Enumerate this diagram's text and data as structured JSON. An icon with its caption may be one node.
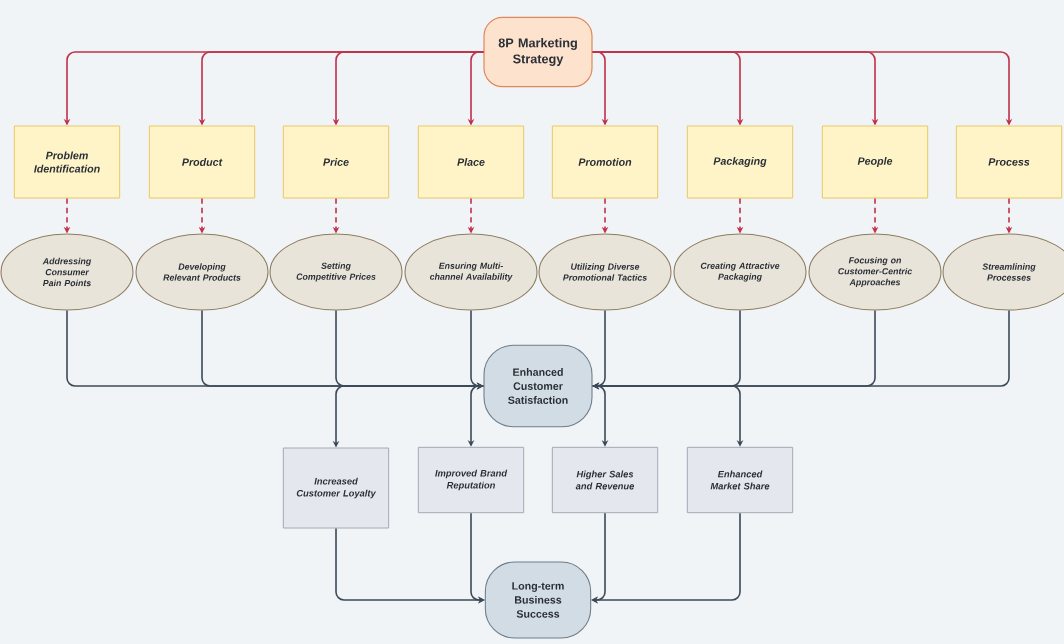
{
  "diagram": {
    "nodes": [
      {
        "text": [
          "8P Marketing Strategy"
        ]
      },
      {
        "text": [
          "Problem Identification"
        ]
      },
      {
        "text": [
          "Product"
        ]
      },
      {
        "text": [
          "Price"
        ]
      },
      {
        "text": [
          "Place"
        ]
      },
      {
        "text": [
          "Promotion"
        ]
      },
      {
        "text": [
          "Packaging"
        ]
      },
      {
        "text": [
          "People"
        ]
      },
      {
        "text": [
          "Process"
        ]
      },
      {
        "text": [
          "Addressing Consumer Pain Points"
        ]
      },
      {
        "text": [
          "Developing Relevant Products"
        ]
      },
      {
        "text": [
          "Setting Competitive Prices"
        ]
      },
      {
        "text": [
          "Ensuring Multi-channel Availability"
        ]
      },
      {
        "text": [
          "Utilizing Diverse Promotional Tactics"
        ]
      },
      {
        "text": [
          "Creating Attractive Packaging"
        ]
      },
      {
        "text": [
          "Focusing on Customer-Centric Approaches"
        ]
      },
      {
        "text": [
          "Streamlining Processes"
        ]
      },
      {
        "text": [
          "Enhanced Customer Satisfaction"
        ]
      },
      {
        "text": [
          "Increased Customer Loyalty"
        ]
      },
      {
        "text": [
          "Improved Brand Reputation"
        ]
      },
      {
        "text": [
          "Higher Sales and Revenue"
        ]
      },
      {
        "text": [
          "Enhanced Market Share"
        ]
      },
      {
        "text": [
          "Long-term Business Success"
        ]
      }
    ],
    "edges": [
      {
        "from": 0,
        "to": 1,
        "arrow": "to",
        "color": "#c0304a"
      },
      {
        "from": 0,
        "to": 2,
        "arrow": "to",
        "color": "#c0304a"
      },
      {
        "from": 0,
        "to": 3,
        "arrow": "to",
        "color": "#c0304a"
      },
      {
        "from": 0,
        "to": 4,
        "arrow": "to",
        "color": "#c0304a"
      },
      {
        "from": 0,
        "to": 5,
        "arrow": "to",
        "color": "#c0304a"
      },
      {
        "from": 0,
        "to": 6,
        "arrow": "to",
        "color": "#c0304a"
      },
      {
        "from": 0,
        "to": 7,
        "arrow": "to",
        "color": "#c0304a"
      },
      {
        "from": 0,
        "to": 8,
        "arrow": "to",
        "color": "#c0304a"
      },
      {
        "from": 1,
        "to": 9,
        "arrow": "to",
        "style": "dashed",
        "color": "#c0304a"
      },
      {
        "from": 2,
        "to": 10,
        "arrow": "to",
        "style": "dashed",
        "color": "#c0304a"
      },
      {
        "from": 3,
        "to": 11,
        "arrow": "to",
        "style": "dashed",
        "color": "#c0304a"
      },
      {
        "from": 4,
        "to": 12,
        "arrow": "to",
        "style": "dashed",
        "color": "#c0304a"
      },
      {
        "from": 5,
        "to": 13,
        "arrow": "to",
        "style": "dashed",
        "color": "#c0304a"
      },
      {
        "from": 6,
        "to": 14,
        "arrow": "to",
        "style": "dashed",
        "color": "#c0304a"
      },
      {
        "from": 7,
        "to": 15,
        "arrow": "to",
        "style": "dashed",
        "color": "#c0304a"
      },
      {
        "from": 8,
        "to": 16,
        "arrow": "to",
        "style": "dashed",
        "color": "#c0304a"
      },
      {
        "from": 9,
        "to": 17,
        "arrow": "to",
        "color": "#3c4a58"
      },
      {
        "from": 10,
        "to": 17,
        "arrow": "to",
        "color": "#3c4a58"
      },
      {
        "from": 11,
        "to": 17,
        "arrow": "to",
        "color": "#3c4a58"
      },
      {
        "from": 12,
        "to": 17,
        "arrow": "to",
        "color": "#3c4a58"
      },
      {
        "from": 13,
        "to": 17,
        "arrow": "to",
        "color": "#3c4a58"
      },
      {
        "from": 14,
        "to": 17,
        "arrow": "to",
        "color": "#3c4a58"
      },
      {
        "from": 15,
        "to": 17,
        "arrow": "to",
        "color": "#3c4a58"
      },
      {
        "from": 16,
        "to": 17,
        "arrow": "to",
        "color": "#3c4a58"
      },
      {
        "from": 17,
        "to": 18,
        "arrow": "to",
        "color": "#3c4a58"
      },
      {
        "from": 17,
        "to": 19,
        "arrow": "to",
        "color": "#3c4a58"
      },
      {
        "from": 17,
        "to": 20,
        "arrow": "to",
        "color": "#3c4a58"
      },
      {
        "from": 17,
        "to": 21,
        "arrow": "to",
        "color": "#3c4a58"
      },
      {
        "from": 18,
        "to": 22,
        "arrow": "to",
        "color": "#3c4a58"
      },
      {
        "from": 19,
        "to": 22,
        "arrow": "to",
        "color": "#3c4a58"
      },
      {
        "from": 20,
        "to": 22,
        "arrow": "to",
        "color": "#3c4a58"
      },
      {
        "from": 21,
        "to": 22,
        "arrow": "to",
        "color": "#3c4a58"
      }
    ]
  }
}
